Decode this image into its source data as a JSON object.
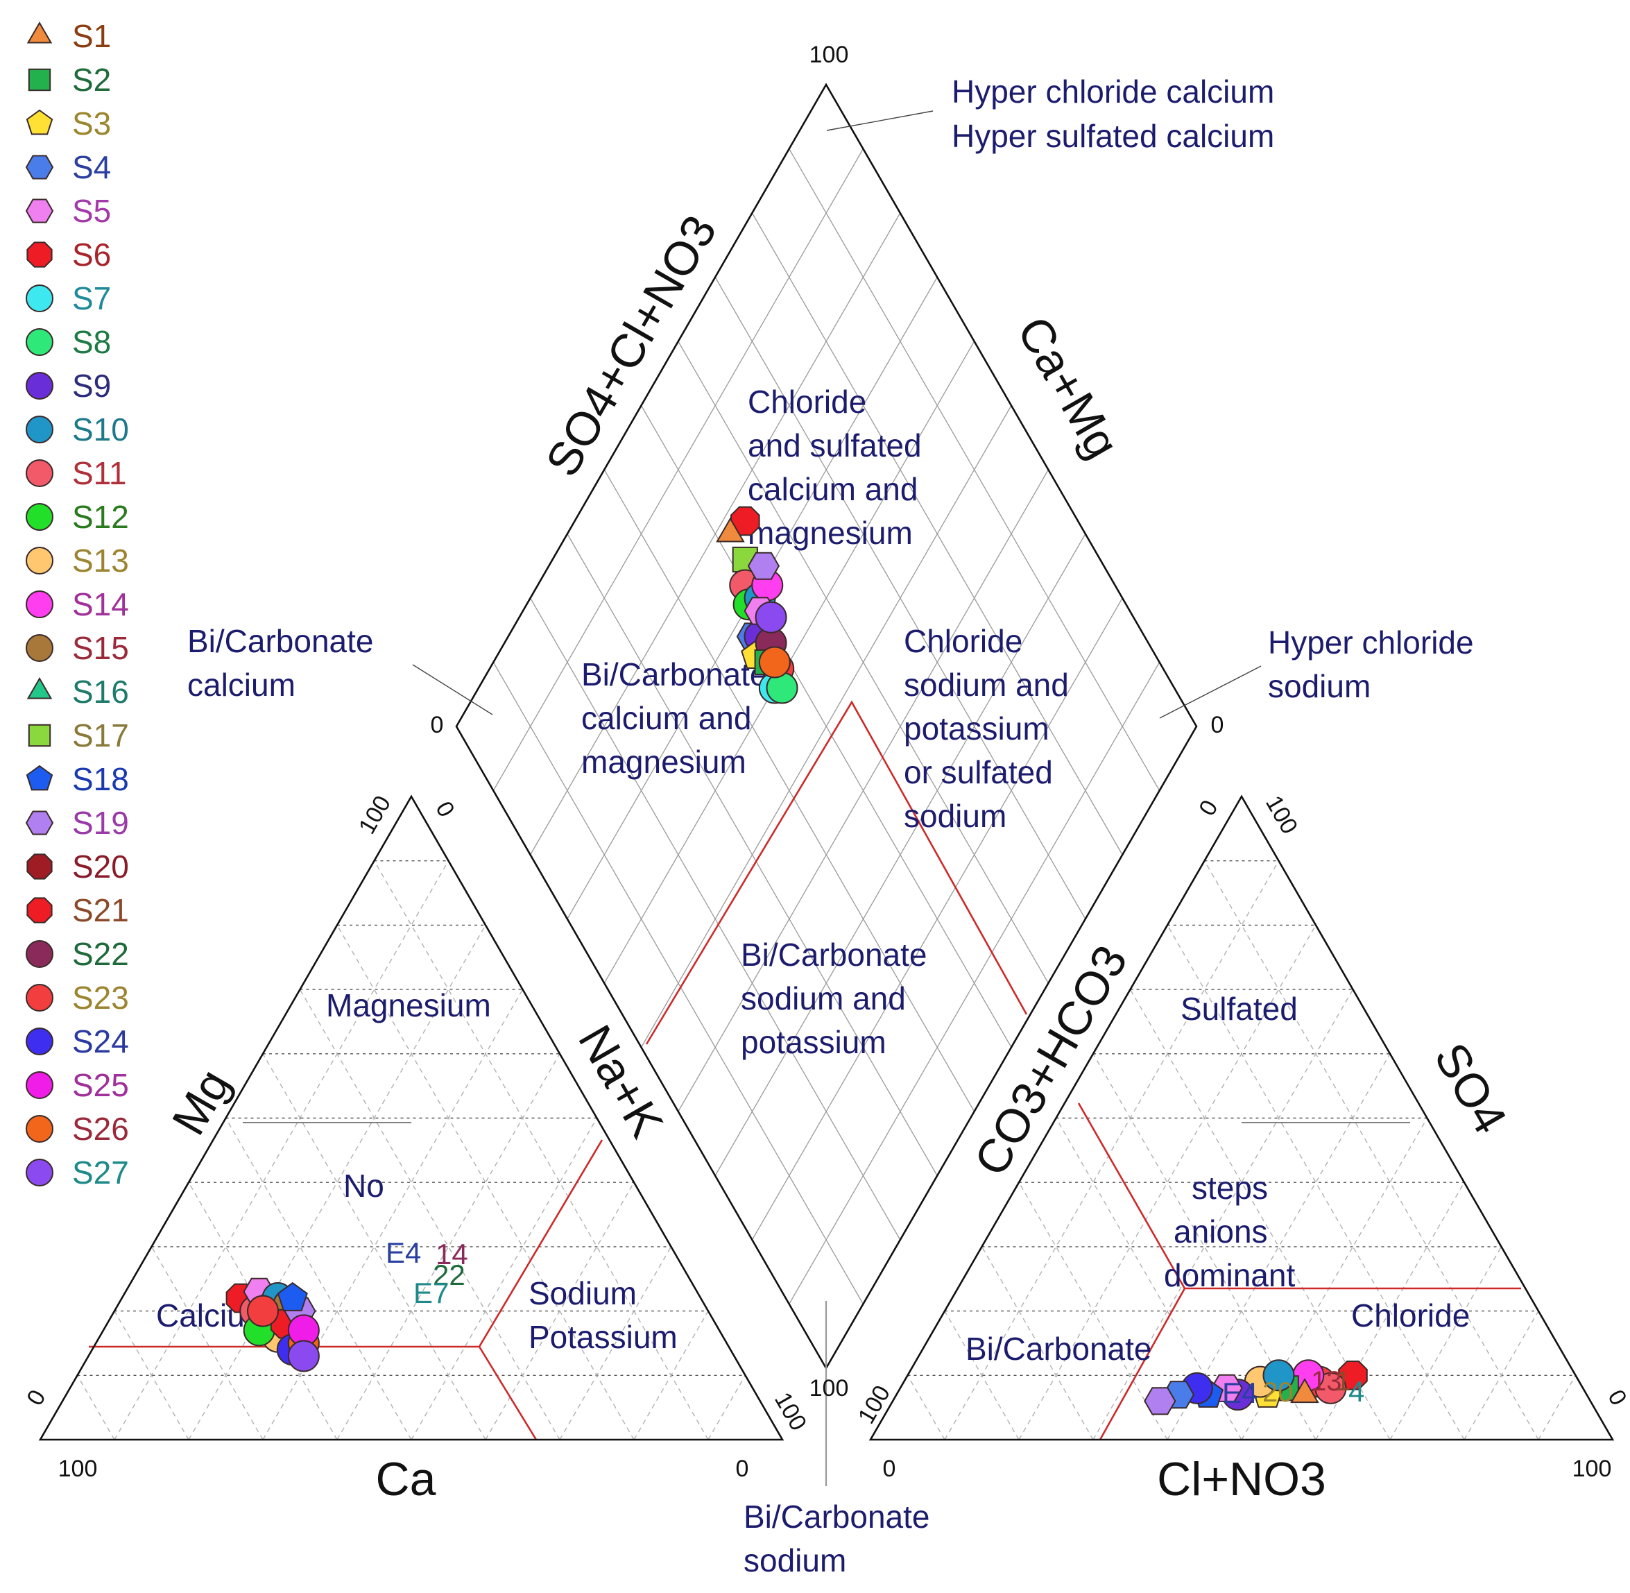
{
  "axes": {
    "ca": "Ca",
    "mg": "Mg",
    "nak": "Na+K",
    "clno3": "Cl+NO3",
    "so4": "SO4",
    "co3hco3": "CO3+HCO3",
    "so4clno3": "SO4+Cl+NO3",
    "camg": "Ca+Mg"
  },
  "ticks": {
    "zero": "0",
    "hundred": "100"
  },
  "zones": {
    "hyper_cl_ca": "Hyper chloride calcium",
    "hyper_so4_ca": "Hyper sulfated calcium",
    "cl_so4_ca_mg": [
      "Chloride",
      "and sulfated",
      "calcium and",
      "magnesium"
    ],
    "bicarb_ca_mg": [
      "Bi/Carbonate",
      "calcium and",
      "magnesium"
    ],
    "cl_na_k": [
      "Chloride",
      "sodium and",
      "potassium",
      "or sulfated",
      "sodium"
    ],
    "bicarb_ca": [
      "Bi/Carbonate",
      "calcium"
    ],
    "hyper_cl_na": [
      "Hyper chloride",
      "sodium"
    ],
    "bicarb_na_k": [
      "Bi/Carbonate",
      "sodium and",
      "potassium"
    ],
    "bicarb_na": [
      "Bi/Carbonate",
      "sodium"
    ],
    "magnesium": "Magnesium",
    "no_dominant_cation": "No",
    "calcium": "Calcium",
    "sodium_potassium": [
      "Sodium",
      "Potassium"
    ],
    "sulfated": "Sulfated",
    "no_dominant_anion": [
      "steps",
      "anions",
      "dominant"
    ],
    "chloride": "Chloride",
    "bicarbonate": "Bi/Carbonate"
  },
  "point_labels": [
    "E4",
    "E4",
    "14",
    "22",
    "E7",
    "E4",
    "20",
    "13",
    "1",
    "4"
  ],
  "colors": {
    "grid": "#b0b0b0",
    "boundary": "#cc2a2a",
    "frame": "#111111",
    "zone_text": "#1c1c6e"
  },
  "chart_data": {
    "type": "scatter",
    "legend": [
      {
        "name": "S1",
        "marker": "triangle",
        "fill": "#f08a3c",
        "text": "#8a3d10"
      },
      {
        "name": "S2",
        "marker": "square",
        "fill": "#22b14c",
        "text": "#1f6b3a"
      },
      {
        "name": "S3",
        "marker": "pentagon",
        "fill": "#ffe135",
        "text": "#9c8730"
      },
      {
        "name": "S4",
        "marker": "hexagon",
        "fill": "#4a7dea",
        "text": "#2a3fa0"
      },
      {
        "name": "S5",
        "marker": "hexagon",
        "fill": "#f07ff0",
        "text": "#a23aa8"
      },
      {
        "name": "S6",
        "marker": "octagon",
        "fill": "#ee1c24",
        "text": "#a8242a"
      },
      {
        "name": "S7",
        "marker": "circle",
        "fill": "#3ee8f0",
        "text": "#1f8a9a"
      },
      {
        "name": "S8",
        "marker": "circle",
        "fill": "#2ee87a",
        "text": "#1e7a44"
      },
      {
        "name": "S9",
        "marker": "circle",
        "fill": "#6a2ed8",
        "text": "#2c2c7c"
      },
      {
        "name": "S10",
        "marker": "circle",
        "fill": "#2096c8",
        "text": "#1e7a8a"
      },
      {
        "name": "S11",
        "marker": "circle",
        "fill": "#f25a6a",
        "text": "#b0303a"
      },
      {
        "name": "S12",
        "marker": "circle",
        "fill": "#22e02a",
        "text": "#2a7a1e"
      },
      {
        "name": "S13",
        "marker": "circle",
        "fill": "#ffc870",
        "text": "#9c8430"
      },
      {
        "name": "S14",
        "marker": "circle",
        "fill": "#ff3ef0",
        "text": "#a0309a"
      },
      {
        "name": "S15",
        "marker": "circle",
        "fill": "#a8783a",
        "text": "#9a2a3a"
      },
      {
        "name": "S16",
        "marker": "triangle",
        "fill": "#22c88a",
        "text": "#1e7a6a"
      },
      {
        "name": "S17",
        "marker": "square",
        "fill": "#8ad83e",
        "text": "#8a7a3a"
      },
      {
        "name": "S18",
        "marker": "pentagon",
        "fill": "#1c5cf0",
        "text": "#1c3ab0"
      },
      {
        "name": "S19",
        "marker": "hexagon",
        "fill": "#b07ff0",
        "text": "#9a3aa8"
      },
      {
        "name": "S20",
        "marker": "octagon",
        "fill": "#a01c24",
        "text": "#8a1c2a"
      },
      {
        "name": "S21",
        "marker": "octagon",
        "fill": "#ee1c24",
        "text": "#8a4a2a"
      },
      {
        "name": "S22",
        "marker": "circle",
        "fill": "#8a2a5a",
        "text": "#1e6a3a"
      },
      {
        "name": "S23",
        "marker": "circle",
        "fill": "#f23e3e",
        "text": "#9c8430"
      },
      {
        "name": "S24",
        "marker": "circle",
        "fill": "#3e2ef0",
        "text": "#2a3aa0"
      },
      {
        "name": "S25",
        "marker": "circle",
        "fill": "#f01ce8",
        "text": "#a0309a"
      },
      {
        "name": "S26",
        "marker": "circle",
        "fill": "#f2661c",
        "text": "#9a2a3a"
      },
      {
        "name": "S27",
        "marker": "circle",
        "fill": "#8a4af0",
        "text": "#1e8a8a"
      }
    ],
    "cation_points": [
      {
        "ca": 62,
        "mg": 22,
        "s": 6
      },
      {
        "ca": 61,
        "mg": 20,
        "s": 11
      },
      {
        "ca": 59,
        "mg": 23,
        "s": 5
      },
      {
        "ca": 58,
        "mg": 21,
        "s": 14
      },
      {
        "ca": 60,
        "mg": 19,
        "s": 8
      },
      {
        "ca": 57,
        "mg": 22,
        "s": 10
      },
      {
        "ca": 61,
        "mg": 18,
        "s": 2
      },
      {
        "ca": 59,
        "mg": 17,
        "s": 3
      },
      {
        "ca": 60,
        "mg": 16,
        "s": 13
      },
      {
        "ca": 58,
        "mg": 15,
        "s": 9
      },
      {
        "ca": 57,
        "mg": 19,
        "s": 4
      },
      {
        "ca": 56,
        "mg": 21,
        "s": 15
      },
      {
        "ca": 62,
        "mg": 17,
        "s": 12
      },
      {
        "ca": 58,
        "mg": 18,
        "s": 21
      },
      {
        "ca": 59,
        "mg": 14,
        "s": 24
      },
      {
        "ca": 57,
        "mg": 15,
        "s": 26
      },
      {
        "ca": 55,
        "mg": 20,
        "s": 19
      },
      {
        "ca": 56,
        "mg": 17,
        "s": 25
      },
      {
        "ca": 58,
        "mg": 13,
        "s": 27
      },
      {
        "ca": 60,
        "mg": 20,
        "s": 23
      },
      {
        "ca": 55,
        "mg": 22,
        "s": 18
      }
    ],
    "anion_points": [
      {
        "cl": 60,
        "so4": 10,
        "s": 6
      },
      {
        "cl": 56,
        "so4": 9,
        "s": 23
      },
      {
        "cl": 58,
        "so4": 8,
        "s": 11
      },
      {
        "cl": 54,
        "so4": 10,
        "s": 14
      },
      {
        "cl": 52,
        "so4": 8,
        "s": 2
      },
      {
        "cl": 50,
        "so4": 7,
        "s": 3
      },
      {
        "cl": 48,
        "so4": 9,
        "s": 13
      },
      {
        "cl": 46,
        "so4": 7,
        "s": 9
      },
      {
        "cl": 44,
        "so4": 8,
        "s": 5
      },
      {
        "cl": 42,
        "so4": 7,
        "s": 18
      },
      {
        "cl": 40,
        "so4": 8,
        "s": 24
      },
      {
        "cl": 38,
        "so4": 7,
        "s": 4
      },
      {
        "cl": 36,
        "so4": 6,
        "s": 19
      },
      {
        "cl": 55,
        "so4": 7,
        "s": 1
      },
      {
        "cl": 50,
        "so4": 10,
        "s": 10
      }
    ],
    "diamond_points": [
      {
        "a": 55,
        "c": 77,
        "s": 6
      },
      {
        "a": 52,
        "c": 78,
        "s": 1
      },
      {
        "a": 52,
        "c": 74,
        "s": 17
      },
      {
        "a": 50,
        "c": 72,
        "s": 11
      },
      {
        "a": 49,
        "c": 70,
        "s": 12
      },
      {
        "a": 51,
        "c": 69,
        "s": 10
      },
      {
        "a": 53,
        "c": 69,
        "s": 14
      },
      {
        "a": 54,
        "c": 71,
        "s": 19
      },
      {
        "a": 47,
        "c": 67,
        "s": 4
      },
      {
        "a": 48,
        "c": 66,
        "s": 9
      },
      {
        "a": 46,
        "c": 65,
        "s": 3
      },
      {
        "a": 49,
        "c": 64,
        "s": 22
      },
      {
        "a": 47,
        "c": 63,
        "s": 2
      },
      {
        "a": 48,
        "c": 61,
        "s": 23
      },
      {
        "a": 46,
        "c": 60,
        "s": 7
      },
      {
        "a": 47,
        "c": 59,
        "s": 8
      },
      {
        "a": 50,
        "c": 68,
        "s": 5
      },
      {
        "a": 51,
        "c": 66,
        "s": 27
      },
      {
        "a": 48,
        "c": 62,
        "s": 26
      }
    ]
  }
}
